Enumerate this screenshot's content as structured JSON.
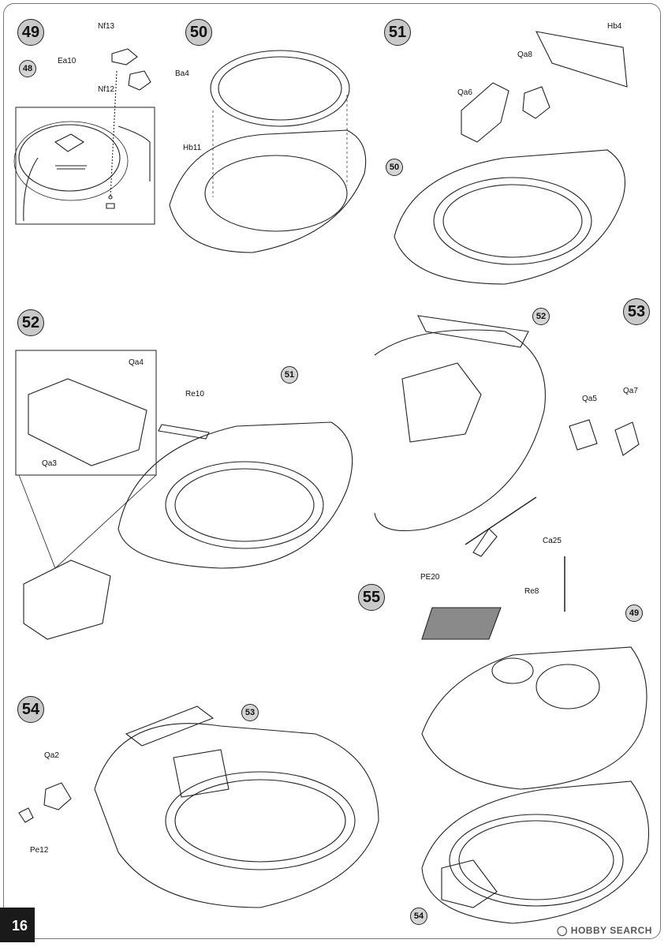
{
  "page": {
    "number": "16"
  },
  "steps": {
    "s48": "48",
    "s49": "49",
    "s50": "50",
    "s51": "51",
    "s52": "52",
    "s53": "53",
    "s54": "54",
    "s55": "55"
  },
  "refs": {
    "r50": "50",
    "r51": "51",
    "r52": "52",
    "r53": "53",
    "r54": "54",
    "r49": "49"
  },
  "parts": {
    "nf13": "Nf13",
    "nf12": "Nf12",
    "ea10": "Ea10",
    "ba4": "Ba4",
    "hb11": "Hb11",
    "hb4": "Hb4",
    "qa8": "Qa8",
    "qa6": "Qa6",
    "qa4": "Qa4",
    "qa3": "Qa3",
    "re10": "Re10",
    "qa5": "Qa5",
    "qa7": "Qa7",
    "ca25": "Ca25",
    "pe20": "PE20",
    "re8": "Re8",
    "qa2": "Qa2",
    "pe12": "Pe12"
  },
  "watermark": {
    "text": "HOBBY SEARCH",
    "icon": "hobby-search-logo-icon"
  },
  "colors": {
    "accent_circle": "#c9c9c9",
    "line": "#222222",
    "frame": "#777777"
  }
}
